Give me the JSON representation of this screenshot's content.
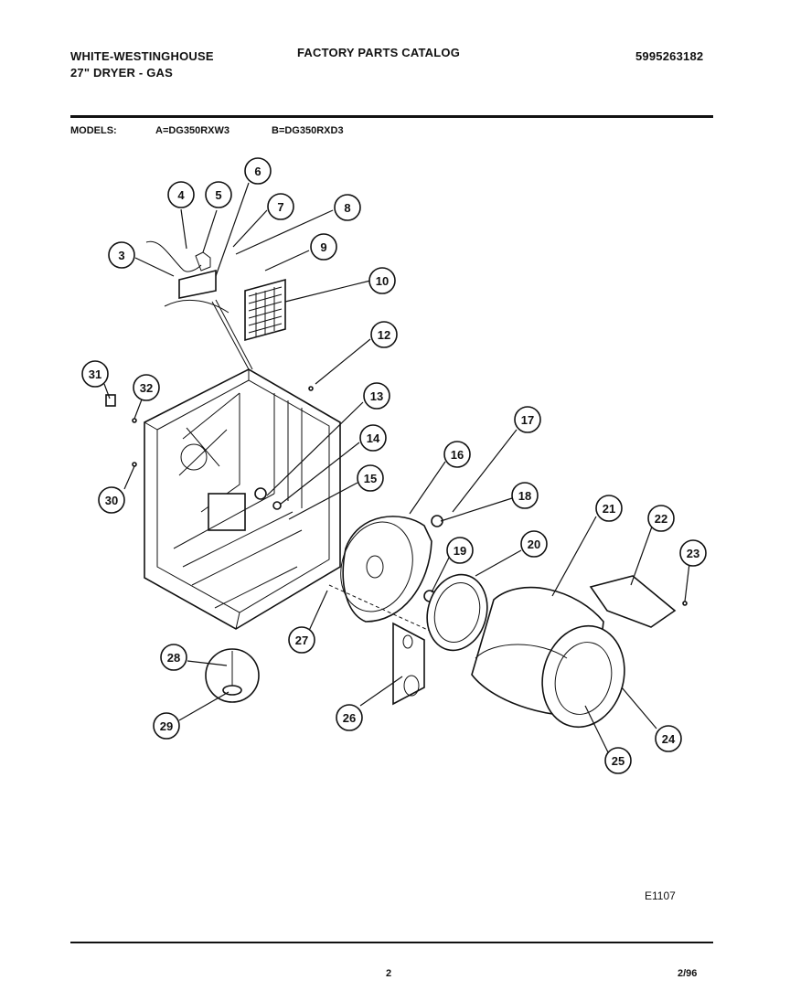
{
  "header": {
    "brand": "WHITE-WESTINGHOUSE",
    "subtitle": "27\" DRYER - GAS",
    "catalog": "FACTORY PARTS CATALOG",
    "part_number": "5995263182"
  },
  "models": {
    "label": "MODELS:",
    "a": "A=DG350RXW3",
    "b": "B=DG350RXD3"
  },
  "callouts": [
    "3",
    "4",
    "5",
    "6",
    "7",
    "8",
    "9",
    "10",
    "12",
    "13",
    "14",
    "15",
    "16",
    "17",
    "18",
    "19",
    "20",
    "21",
    "22",
    "23",
    "24",
    "25",
    "26",
    "27",
    "28",
    "29",
    "30",
    "31",
    "32"
  ],
  "footer": {
    "diagram_code": "E1107",
    "page": "2",
    "date": "2/96"
  }
}
